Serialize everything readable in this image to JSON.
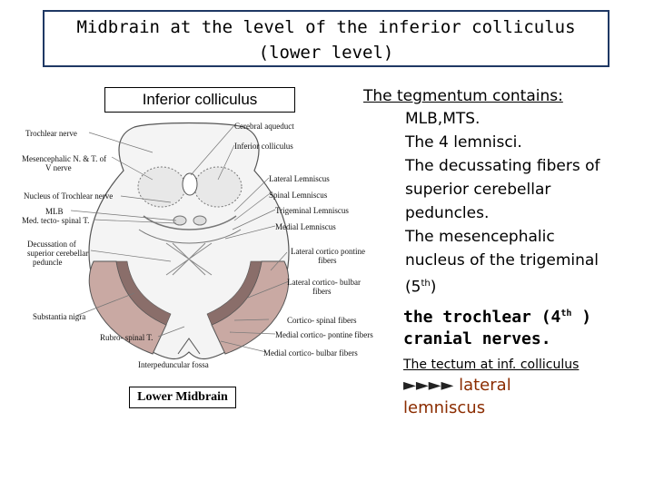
{
  "title": {
    "line1": "Midbrain at the level of the inferior colliculus",
    "line2": "(lower level)"
  },
  "inferior_colliculus_box": "Inferior colliculus",
  "diagram_labels": {
    "trochlear_nerve": "Trochlear nerve",
    "mes_n_1": "Mesencephalic N. & T. of",
    "mes_n_2": "V nerve",
    "nucleus_trochlear": "Nucleus of Trochlear nerve",
    "mlb": "MLB",
    "med_tect": "Med. tecto- spinal T.",
    "decussation_1": "Decussation of",
    "decussation_2": "superior cerebellar",
    "decussation_3": "peduncle",
    "substantia_nigra": "Substantia nigra",
    "rubro_spinal": "Rubro- spinal T.",
    "interpeduncular": "Interpeduncular fossa",
    "cerebral_aqueduct": "Cerebral aqueduct",
    "inferior_colliculus": "Inferior colliculus",
    "lateral_lemniscus": "Lateral Lemniscus",
    "spinal_lemniscus": "Spinal Lemniscus",
    "trigeminal_lemniscus": "Trigeminal Lemniscus",
    "medial_lemniscus": "Medial Lemniscus",
    "lateral_cortico_pontine_1": "Lateral cortico pontine",
    "lateral_cortico_pontine_2": "fibers",
    "lateral_cortico_bulbar_1": "Lateral cortico- bulbar",
    "lateral_cortico_bulbar_2": "fibers",
    "cortico_spinal": "Cortico- spinal fibers",
    "medial_cortico_pontine": "Medial cortico- pontine fibers",
    "medial_cortico_bulbar": "Medial cortico- bulbar fibers",
    "lower_midbrain": "Lower Midbrain"
  },
  "right_panel": {
    "heading": "The tegmentum contains:",
    "item1": "MLB,MTS.",
    "item2": "The 4 lemnisci.",
    "item3a": "The decussating fibers of",
    "item3b": "superior cerebellar",
    "item3c": "peduncles.",
    "item4a": "The mesencephalic",
    "item4b": "nucleus of the trigeminal",
    "item4c_pre": "(5",
    "item4c_sup": "th",
    "item4c_post": ")",
    "item5a_pre": "the trochlear (4",
    "item5a_sup": "th",
    "item5a_post": " )",
    "item5b": "cranial nerves.",
    "tectum": "The tectum at inf. colliculus",
    "arrows": "►►►►",
    "lateral": " lateral",
    "lemniscus": "lemniscus"
  },
  "colors": {
    "title_border": "#1f3864",
    "diagram_line": "#555555",
    "peduncle_fill": "#c9a9a3"
  }
}
